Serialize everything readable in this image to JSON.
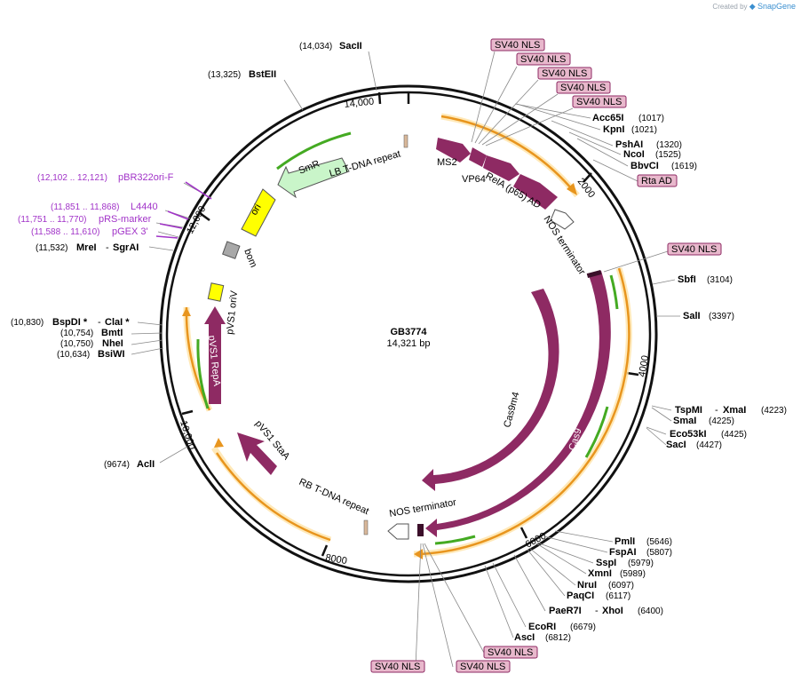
{
  "credit": {
    "prefix": "Created by",
    "brand": "SnapGene"
  },
  "plasmid": {
    "name": "GB3774",
    "size": "14,321 bp"
  },
  "ruler": [
    "2000",
    "4000",
    "6000",
    "8000",
    "10,000",
    "12,000",
    "14,000"
  ],
  "features": {
    "lb": "LB T-DNA repeat",
    "rb": "RB T-DNA repeat",
    "ms2": "MS2",
    "vp64": "VP64",
    "rela": "RelA (p65) AD",
    "nos1": "NOS terminator",
    "nos2": "NOS terminator",
    "cas9m4": "Cas9m4",
    "cas9": "Cas9",
    "smr": "SmR",
    "ori": "ori",
    "bom": "bom",
    "pvs1ori": "pVS1 oriV",
    "repa": "pVS1 RepA",
    "staa": "pVS1 StaA"
  },
  "badges": {
    "top": [
      "SV40 NLS",
      "SV40 NLS",
      "SV40 NLS",
      "SV40 NLS",
      "SV40 NLS"
    ],
    "rta": "Rta AD",
    "mid": "SV40 NLS",
    "bottom": [
      "SV40 NLS",
      "SV40 NLS",
      "SV40 NLS"
    ]
  },
  "sites": {
    "sacII": {
      "name": "SacII",
      "pos": "(14,034)"
    },
    "bstEII": {
      "name": "BstEII",
      "pos": "(13,325)"
    },
    "mreI": {
      "name": "MreI",
      "sep": "-",
      "name2": "SgrAI",
      "pos": "(11,532)"
    },
    "bspDI": {
      "name": "BspDI *",
      "sep": "-",
      "name2": "ClaI *",
      "pos": "(10,830)"
    },
    "bmtI": {
      "name": "BmtI",
      "pos": "(10,754)"
    },
    "nheI": {
      "name": "NheI",
      "pos": "(10,750)"
    },
    "bsiWI": {
      "name": "BsiWI",
      "pos": "(10,634)"
    },
    "aclI": {
      "name": "AclI",
      "pos": "(9674)"
    },
    "acc65I": {
      "name": "Acc65I",
      "pos": "(1017)"
    },
    "kpnI": {
      "name": "KpnI",
      "pos": "(1021)"
    },
    "pshAI": {
      "name": "PshAI",
      "pos": "(1320)"
    },
    "ncoI": {
      "name": "NcoI",
      "pos": "(1525)"
    },
    "bbvCI": {
      "name": "BbvCI",
      "pos": "(1619)"
    },
    "sbfI": {
      "name": "SbfI",
      "pos": "(3104)"
    },
    "salI": {
      "name": "SalI",
      "pos": "(3397)"
    },
    "tspMI": {
      "name": "TspMI",
      "sep": "-",
      "name2": "XmaI",
      "pos": "(4223)"
    },
    "smaI": {
      "name": "SmaI",
      "pos": "(4225)"
    },
    "eco53kI": {
      "name": "Eco53kI",
      "pos": "(4425)"
    },
    "sacI": {
      "name": "SacI",
      "pos": "(4427)"
    },
    "pmlI": {
      "name": "PmlI",
      "pos": "(5646)"
    },
    "fspAI": {
      "name": "FspAI",
      "pos": "(5807)"
    },
    "sspI": {
      "name": "SspI",
      "pos": "(5979)"
    },
    "xmnI": {
      "name": "XmnI",
      "pos": "(5989)"
    },
    "nruI": {
      "name": "NruI",
      "pos": "(6097)"
    },
    "paqCI": {
      "name": "PaqCI",
      "pos": "(6117)"
    },
    "paeR7I": {
      "name": "PaeR7I",
      "sep": "-",
      "name2": "XhoI",
      "pos": "(6400)"
    },
    "ecoRI": {
      "name": "EcoRI",
      "pos": "(6679)"
    },
    "ascI": {
      "name": "AscI",
      "pos": "(6812)"
    }
  },
  "primers": [
    {
      "pos": "(12,102 .. 12,121)",
      "name": "pBR322ori-F"
    },
    {
      "pos": "(11,851 .. 11,868)",
      "name": "L4440"
    },
    {
      "pos": "(11,751 .. 11,770)",
      "name": "pRS-marker"
    },
    {
      "pos": "(11,588 .. 11,610)",
      "name": "pGEX 3'"
    }
  ],
  "colors": {
    "feature": "#8e2a63",
    "ori": "#ffff00",
    "smr": "#c9f5c9",
    "bom": "#a8a8a8",
    "orf": "#f0a830",
    "primer": "#a133c8",
    "badge_fill": "#e8b8cc",
    "badge_stroke": "#8e2a63"
  }
}
